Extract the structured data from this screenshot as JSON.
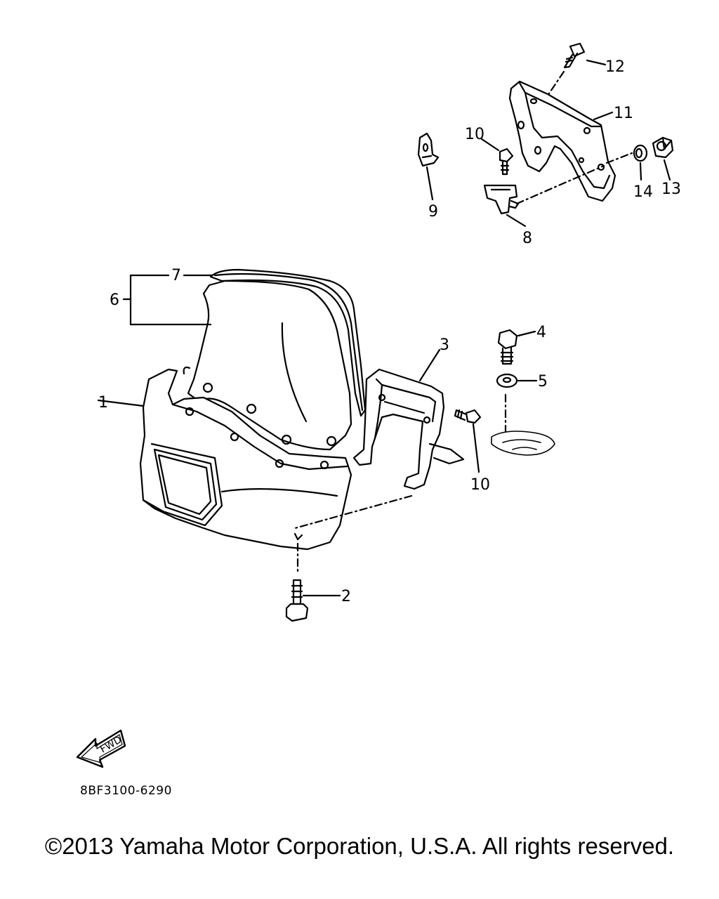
{
  "callouts": {
    "c1": "1",
    "c2": "2",
    "c3": "3",
    "c4": "4",
    "c5": "5",
    "c6": "6",
    "c7": "7",
    "c8": "8",
    "c9": "9",
    "c10a": "10",
    "c10b": "10",
    "c11": "11",
    "c12": "12",
    "c13": "13",
    "c14": "14"
  },
  "fwd_arrow": {
    "label": "FWD"
  },
  "part_code": "8BF3100-6290",
  "copyright": "©2013 Yamaha Motor Corporation, U.S.A. All rights reserved."
}
